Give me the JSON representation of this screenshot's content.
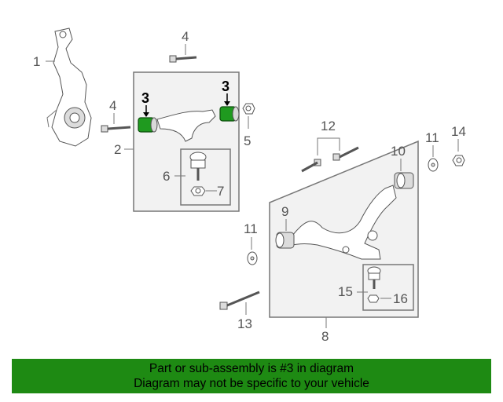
{
  "diagram": {
    "labels": {
      "l1": "1",
      "l2": "2",
      "l3a": "3",
      "l3b": "3",
      "l4a": "4",
      "l4b": "4",
      "l5": "5",
      "l6": "6",
      "l7": "7",
      "l8": "8",
      "l9": "9",
      "l10": "10",
      "l11a": "11",
      "l11b": "11",
      "l12": "12",
      "l13": "13",
      "l14": "14",
      "l15": "15",
      "l16": "16"
    },
    "highlight_color": "#1f9a1f"
  },
  "banner": {
    "line1": "Part or sub-assembly is #3 in diagram",
    "line2": "Diagram may not be specific to your vehicle",
    "background": "#1e8a13"
  }
}
